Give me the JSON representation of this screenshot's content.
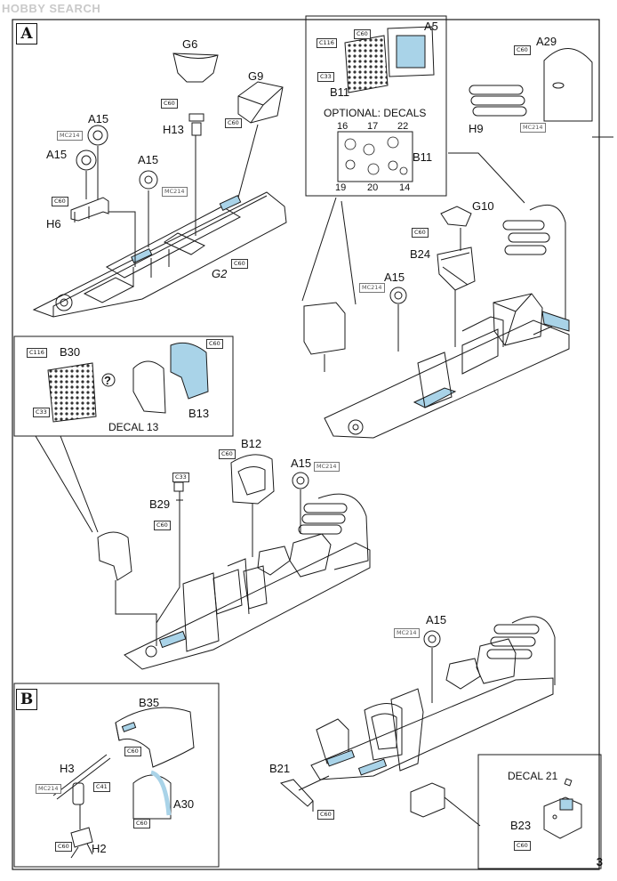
{
  "watermark": "HOBBY SEARCH",
  "page_number": "3",
  "steps": {
    "a": "A",
    "b": "B"
  },
  "optional_decals": {
    "title": "OPTIONAL: DECALS",
    "numbers": {
      "d16": "16",
      "d17": "17",
      "d22": "22",
      "d19": "19",
      "d20": "20",
      "d14": "14"
    }
  },
  "parts": {
    "a5": "A5",
    "b11_top": "B11",
    "b11_decals": "B11",
    "a29": "A29",
    "h9": "H9",
    "g6": "G6",
    "h13": "H13",
    "g9": "G9",
    "a15_1": "A15",
    "a15_2": "A15",
    "a15_3": "A15",
    "h6": "H6",
    "g2": "G2",
    "g10": "G10",
    "b24": "B24",
    "a15_4": "A15",
    "b30": "B30",
    "b13": "B13",
    "decal13": "DECAL 13",
    "question": "?",
    "b12": "B12",
    "a15_5": "A15",
    "b29": "B29",
    "a15_6": "A15",
    "b35": "B35",
    "h3": "H3",
    "a30": "A30",
    "h2": "H2",
    "b21": "B21",
    "decal21": "DECAL 21",
    "b23": "B23"
  },
  "codes": {
    "c60": "C60",
    "c116": "C116",
    "c33": "C33",
    "c41": "C41",
    "mc214": "MC214"
  },
  "colors": {
    "highlight": "#a9d3e8",
    "line": "#1a1a1a",
    "code_gray": "#666666"
  }
}
